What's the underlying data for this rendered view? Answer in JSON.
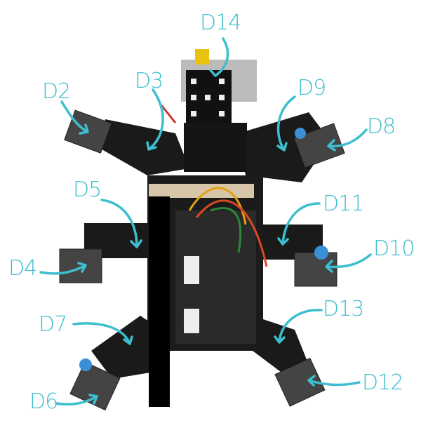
{
  "accent_color": "#3dbfcf",
  "labels": {
    "d14": "D14",
    "d3": "D3",
    "d2": "D2",
    "d9": "D9",
    "d8": "D8",
    "d5": "D5",
    "d11": "D11",
    "d10": "D10",
    "d4": "D4",
    "d7": "D7",
    "d13": "D13",
    "d12": "D12",
    "d6": "D6"
  }
}
